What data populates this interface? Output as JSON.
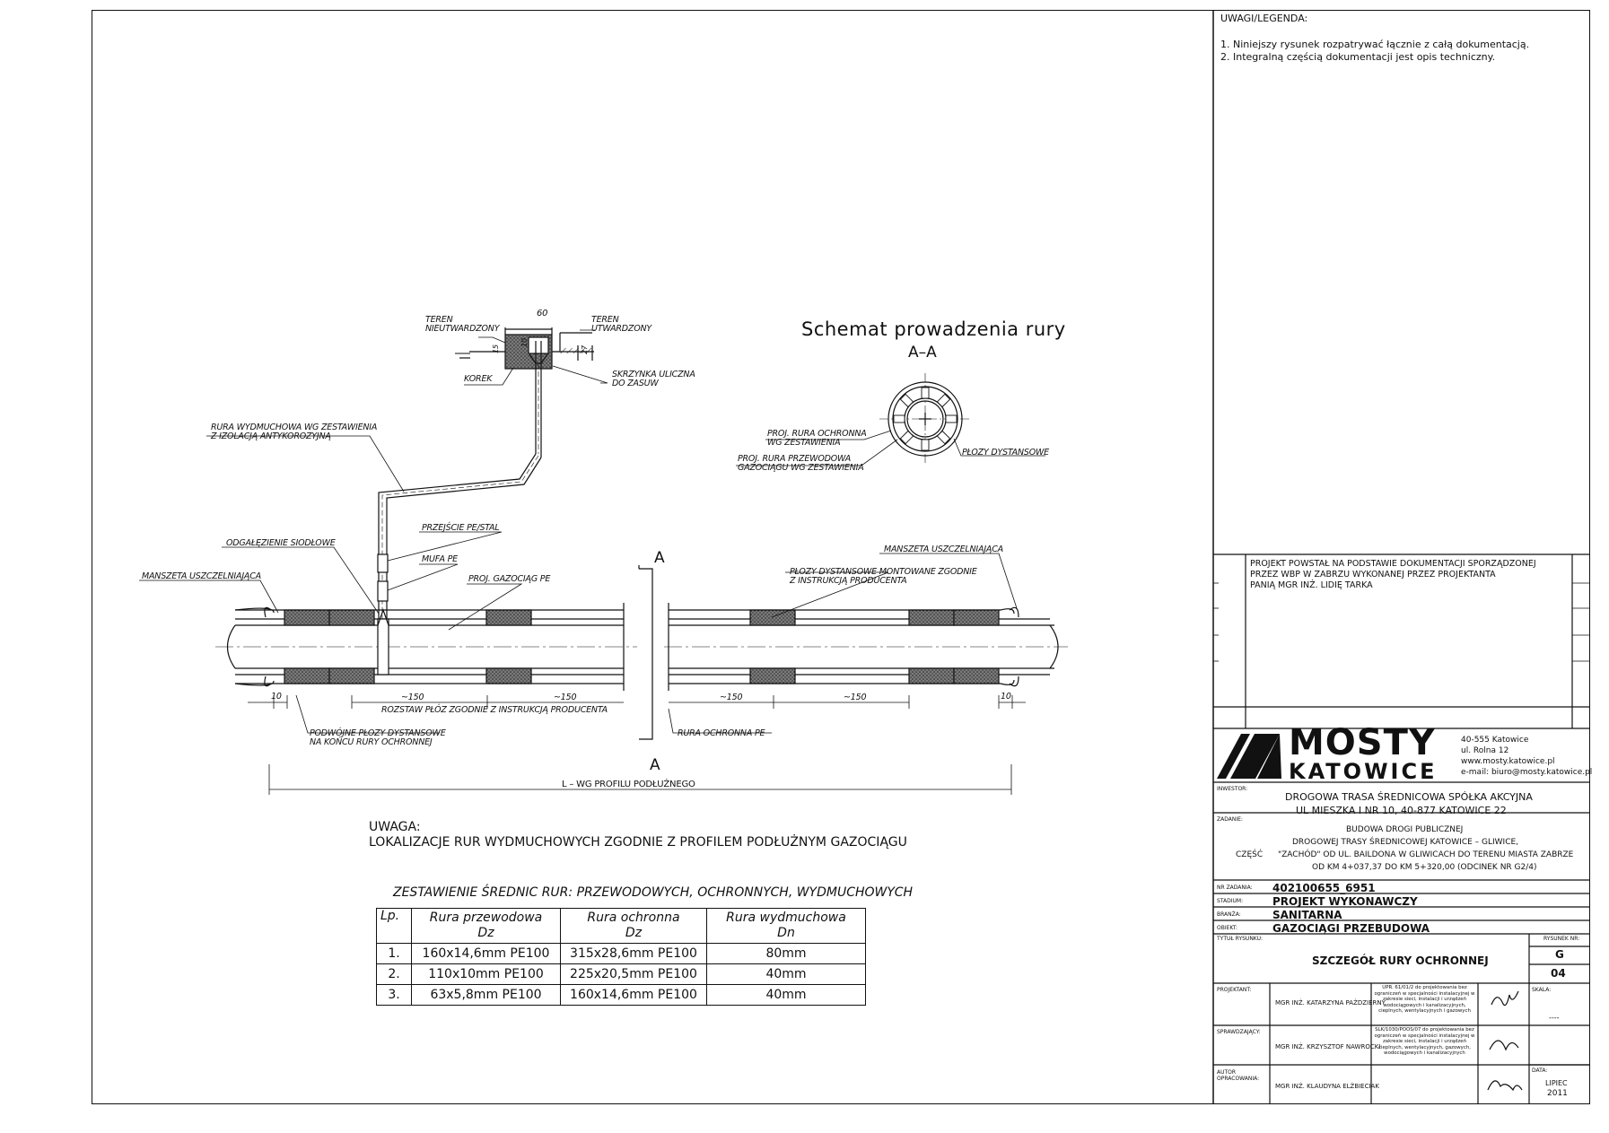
{
  "notes": {
    "header": "UWAGI/LEGENDA:",
    "items": [
      "1. Niniejszy rysunek rozpatrywać łącznie z całą dokumentacją.",
      "2. Integralną częścią dokumentacji jest opis techniczny."
    ]
  },
  "source_note": [
    "PROJEKT POWSTAŁ NA PODSTAWIE DOKUMENTACJI SPORZĄDZONEJ",
    "PRZEZ WBP W ZABRZU WYKONANEJ PRZEZ PROJEKTANTA",
    "PANIĄ MGR INŻ. LIDIĘ TARKA"
  ],
  "company": {
    "name_line1": "MOSTY",
    "name_line2": "KATOWICE",
    "address1": "40-555 Katowice",
    "address2": "ul. Rolna 12",
    "www": "www.mosty.katowice.pl",
    "email": "e-mail: biuro@mosty.katowice.pl"
  },
  "title_block": {
    "investor_label": "INWESTOR:",
    "investor_line1": "DROGOWA TRASA ŚREDNICOWA SPÓŁKA AKCYJNA",
    "investor_line2": "UL MIESZKA I NR 10, 40-877 KATOWICE 22",
    "task_label": "ZADANIE:",
    "task_line1": "BUDOWA DROGI PUBLICZNEJ",
    "task_line2": "DROGOWEJ TRASY ŚREDNICOWEJ KATOWICE – GLIWICE,",
    "task_part": "CZĘŚĆ",
    "task_line3": "\"ZACHÓD\" OD UL. BAILDONA W GLIWICACH DO TERENU MIASTA ZABRZE",
    "task_line4": "OD KM 4+037,37 DO KM 5+320,00   (ODCINEK NR G2/4)",
    "order_label": "NR ZADANIA:",
    "order_value": "402100655_6951",
    "stage_label": "STADIUM:",
    "stage_value": "PROJEKT WYKONAWCZY",
    "branch_label": "BRANŻA:",
    "branch_value": "SANITARNA",
    "object_label": "OBIEKT:",
    "object_value": "GAZOCIĄGI PRZEBUDOWA",
    "drawing_title_label": "TYTUŁ RYSUNKU:",
    "drawing_title": "SZCZEGÓŁ RURY OCHRONNEJ",
    "drawing_no_label": "RYSUNEK NR:",
    "drawing_no_letter": "G",
    "drawing_no_number": "04",
    "scale_label": "SKALA:",
    "scale_value": "----",
    "date_label": "DATA:",
    "date_value1": "LIPIEC",
    "date_value2": "2011",
    "designer_label": "PROJEKTANT:",
    "designer_name": "MGR INŻ. KATARZYNA PAŹDZIERNY",
    "designer_lic": "UPR. 61/01/2 do projektowania bez ograniczeń w specjalności instalacyjnej w zakresie sieci, instalacji i urządzeń wodociągowych i kanalizacyjnych, cieplnych, wentylacyjnych i gazowych",
    "checker_label": "SPRAWDZAJĄCY:",
    "checker_name": "MGR INŻ. KRZYSZTOF NAWROCKI",
    "checker_lic": "SLK/1030/POOS/07 do projektowania bez ograniczeń w specjalności instalacyjnej w zakresie sieci, instalacji i urządzeń cieplnych, wentylacyjnych, gazowych, wodociągowych i kanalizacyjnych",
    "author_label1": "AUTOR",
    "author_label2": "OPRACOWANIA:",
    "author_name": "MGR INŻ. KLAUDYNA ELŻBIECIAK"
  },
  "drawing": {
    "teren_nieutw": [
      "TEREN",
      "NIEUTWARDZONY"
    ],
    "teren_utw": [
      "TEREN",
      "UTWARDZONY"
    ],
    "dim_60": "60",
    "dim_15": "15",
    "dim_10": "10",
    "dim_27": "27",
    "korek": "KOREK",
    "skrzynka": [
      "SKRZYNKA ULICZNA",
      "DO ZASUW"
    ],
    "rura_wydm": [
      "RURA WYDMUCHOWA WG ZESTAWIENIA",
      "Z IZOLACJĄ ANTYKOROZYJNĄ"
    ],
    "przejscie": "PRZEJŚCIE PE/STAL",
    "odgalezienie": "ODGAŁĘZIENIE SIODŁOWE",
    "mufa": "MUFA PE",
    "manszeta_left": "MANSZETA USZCZELNIAJĄCA",
    "proj_gazociag": "PROJ. GAZOCIĄG PE",
    "section_mark": "A",
    "ploz_montowane": [
      "PŁOZY DYSTANSOWE MONTOWANE ZGODNIE",
      "Z INSTRUKCJĄ PRODUCENTA"
    ],
    "manszeta_right": "MANSZETA USZCZELNIAJĄCA",
    "dim_150": "~150",
    "dim_10b": "10",
    "rozstaw": "ROZSTAW PŁÓZ ZGODNIE Z INSTRUKCJĄ PRODUCENTA",
    "podwojne": [
      "PODWÓJNE PŁOZY DYSTANSOWE",
      "NA KOŃCU RURY OCHRONNEJ"
    ],
    "rura_ochronna_pe": "RURA OCHRONNA PE",
    "l_profil": "L – WG PROFILU PODŁUŻNEGO",
    "schemat_title": "Schemat prowadzenia rury",
    "schemat_section": "A–A",
    "proj_rura_ochr": [
      "PROJ. RURA OCHRONNA",
      "WG ZESTAWIENIA"
    ],
    "proj_rura_przew": [
      "PROJ. RURA PRZEWODOWA",
      "GAZOCIĄGU WG ZESTAWIENIA"
    ],
    "ploz_dyst": "PŁOZY DYSTANSOWE"
  },
  "uwaga": {
    "title": "UWAGA:",
    "text": "LOKALIZACJE RUR WYDMUCHOWYCH ZGODNIE Z PROFILEM PODŁUŻNYM GAZOCIĄGU"
  },
  "table": {
    "title": "ZESTAWIENIE ŚREDNIC RUR: PRZEWODOWYCH, OCHRONNYCH, WYDMUCHOWYCH",
    "headers": [
      [
        "Lp.",
        ""
      ],
      [
        "Rura przewodowa",
        "Dz"
      ],
      [
        "Rura ochronna",
        "Dz"
      ],
      [
        "Rura wydmuchowa",
        "Dn"
      ]
    ],
    "rows": [
      [
        "1.",
        "160x14,6mm  PE100",
        "315x28,6mm  PE100",
        "80mm"
      ],
      [
        "2.",
        "110x10mm  PE100",
        "225x20,5mm  PE100",
        "40mm"
      ],
      [
        "3.",
        "63x5,8mm  PE100",
        "160x14,6mm  PE100",
        "40mm"
      ]
    ]
  }
}
